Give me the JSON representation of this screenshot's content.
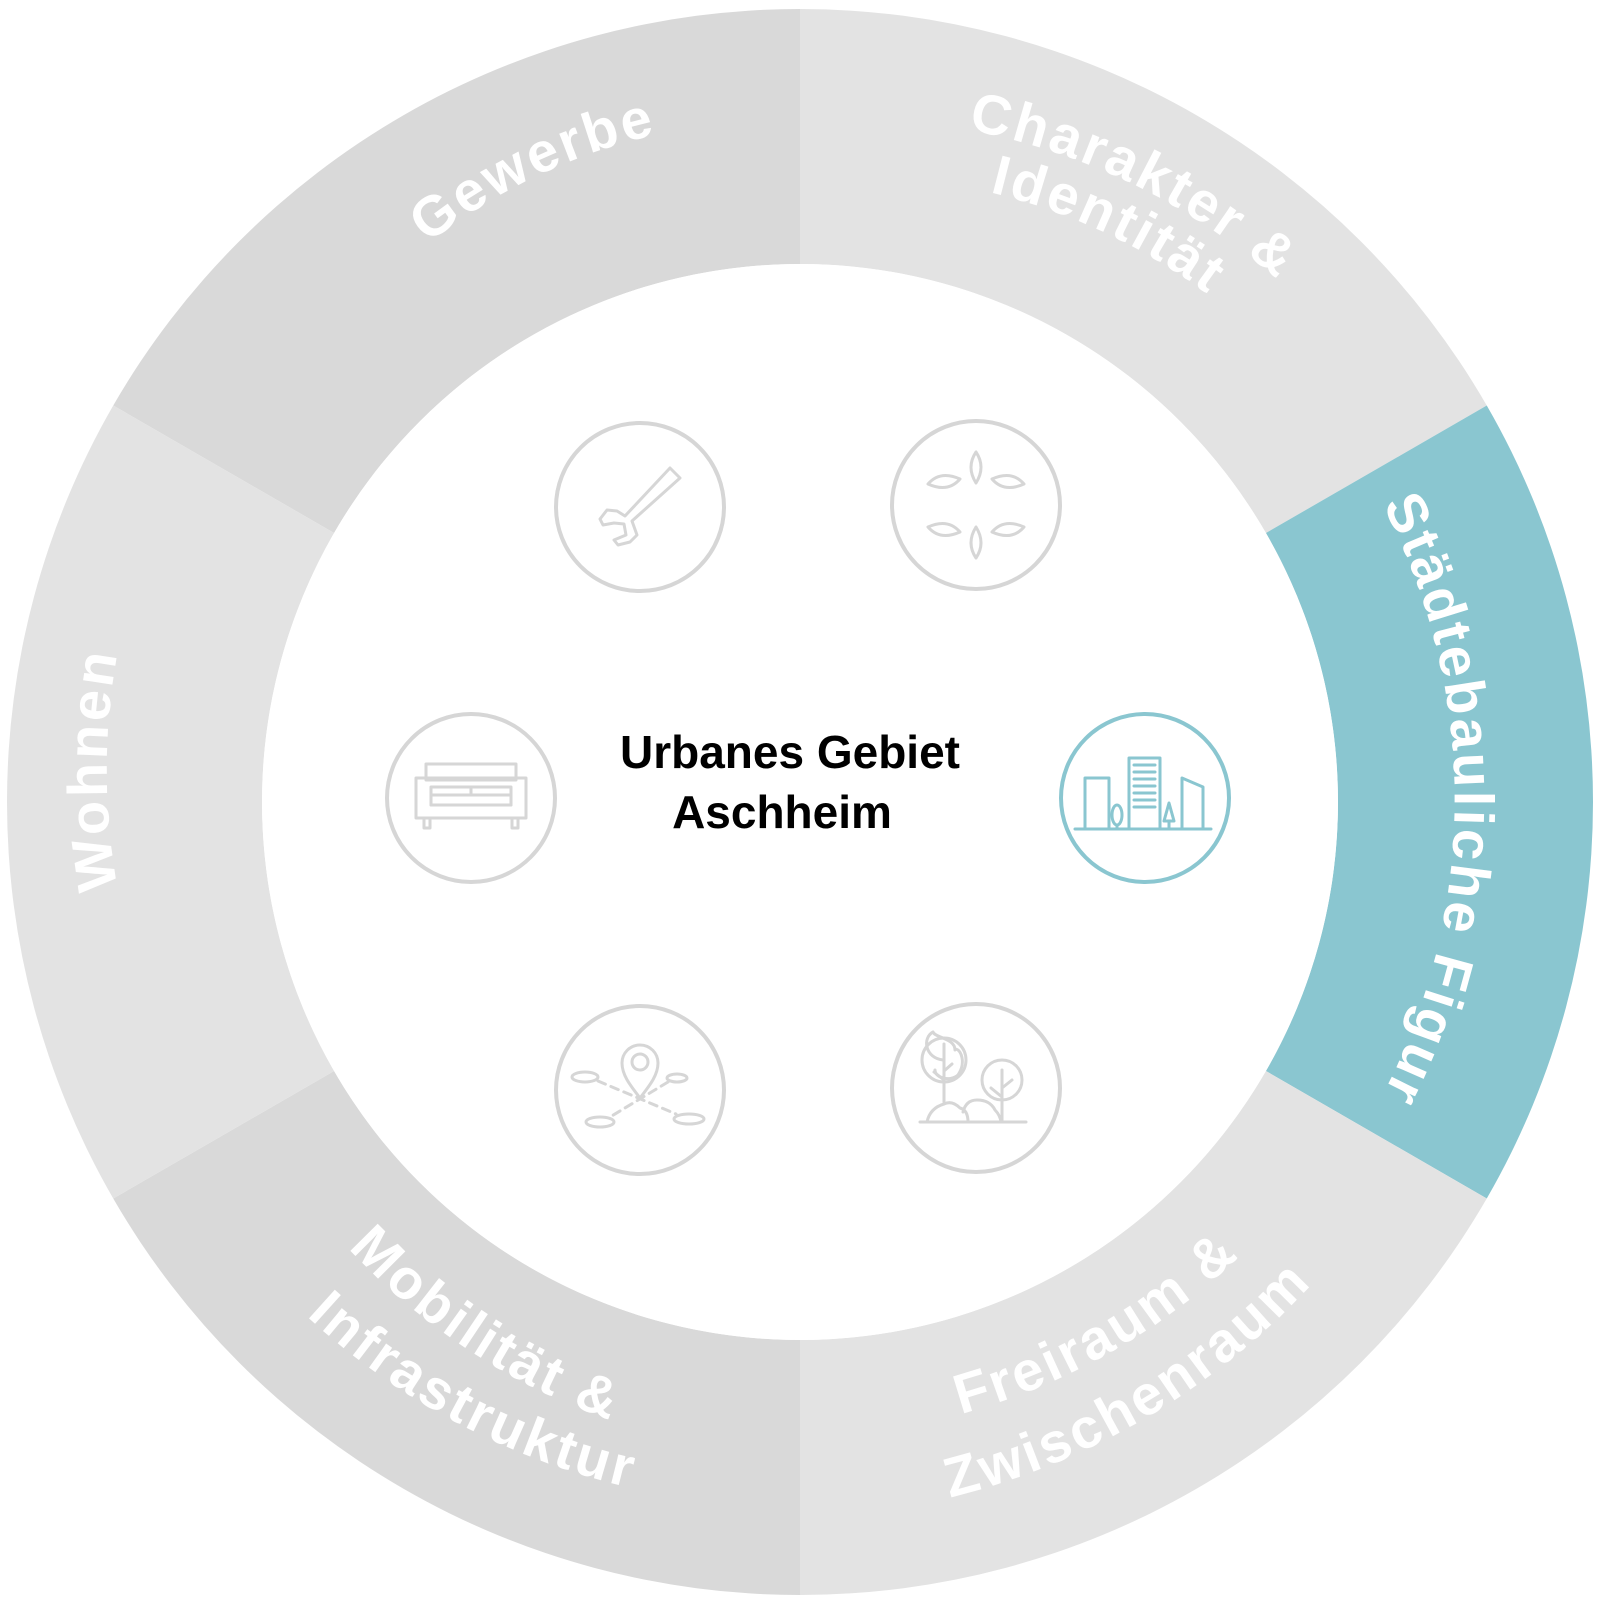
{
  "center": {
    "line1": "Urbanes Gebiet",
    "line2": "Aschheim"
  },
  "colors": {
    "segment_dark": "#d9d9d9",
    "segment_light": "#e3e3e3",
    "active": "#8ac6d0",
    "icon_inactive": "#d6d6d6",
    "icon_active": "#8ac6d0"
  },
  "segments": [
    {
      "id": "gewerbe",
      "lines": [
        "Gewerbe"
      ],
      "icon": "wrench-icon",
      "active": false
    },
    {
      "id": "charakter",
      "lines": [
        "Charakter &",
        "Identität"
      ],
      "icon": "leaves-flower-icon",
      "active": false
    },
    {
      "id": "staedtebau",
      "lines": [
        "Städtebauliche Figur"
      ],
      "icon": "city-buildings-icon",
      "active": true
    },
    {
      "id": "freiraum",
      "lines": [
        "Freiraum &",
        "Zwischenraum"
      ],
      "icon": "trees-park-icon",
      "active": false
    },
    {
      "id": "mobilitaet",
      "lines": [
        "Mobilität &",
        "Infrastruktur"
      ],
      "icon": "map-pin-routes-icon",
      "active": false
    },
    {
      "id": "wohnen",
      "lines": [
        "Wohnen"
      ],
      "icon": "sofa-icon",
      "active": false
    }
  ]
}
